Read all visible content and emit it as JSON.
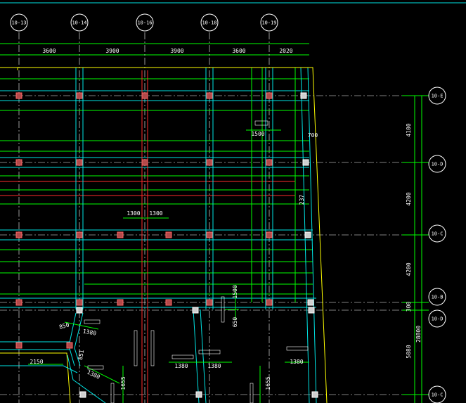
{
  "colors": {
    "background": "#000000",
    "axis_line": "#ffffff",
    "beam_cyan": "#00e5e5",
    "grid_green": "#00ff00",
    "red_line": "#ff2b2b",
    "yellow_line": "#ffff00",
    "column_fill": "#b34a4a",
    "column_gray": "#cfcfcf"
  },
  "top_axes": [
    "10-13",
    "10-14",
    "10-16",
    "10-18",
    "10-19"
  ],
  "top_spans": [
    "3600",
    "3900",
    "3900",
    "3600",
    "2020"
  ],
  "right_axes": [
    "10-E",
    "10-D",
    "10-C",
    "10-B",
    "10-D",
    "10-C"
  ],
  "right_spans": [
    "4100",
    "4200",
    "4200",
    "300",
    "5080"
  ],
  "right_total": "28800",
  "notes": {
    "n1500": "1500",
    "n700": "700",
    "n237": "237",
    "n1300a": "1300",
    "n1300b": "1300",
    "n1500b": "1500",
    "n650": "650",
    "n850": "850",
    "n1380a": "1380",
    "n851": "851",
    "n1380b": "1380",
    "n2150": "2150",
    "n1655a": "1655",
    "n1380c": "1380",
    "n1380d": "1380",
    "n1655b": "1655",
    "n1380e": "1380"
  }
}
